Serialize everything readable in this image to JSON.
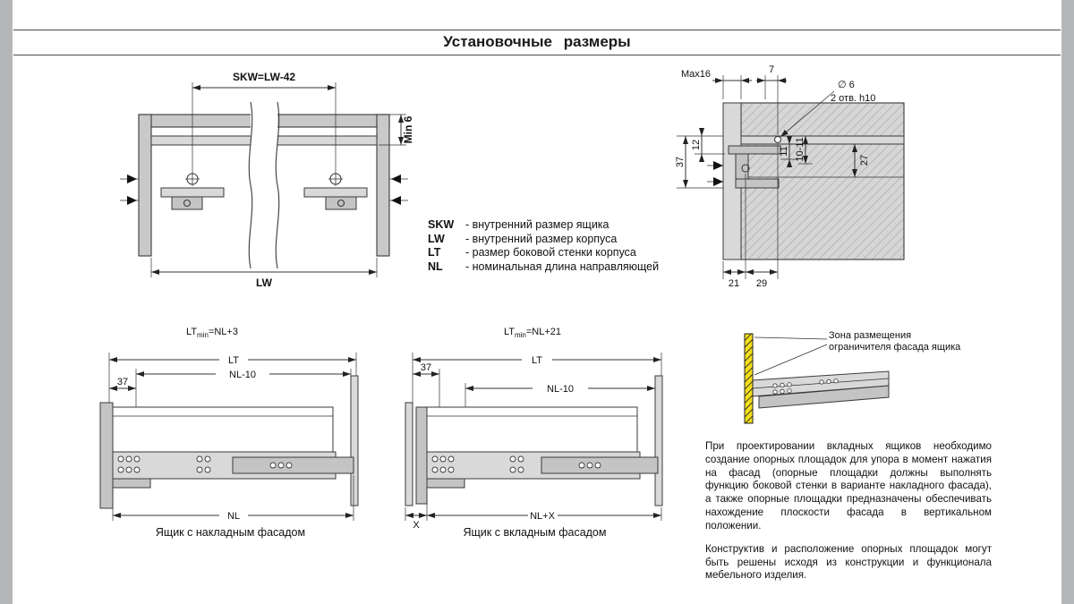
{
  "page": {
    "title": "Установочные размеры"
  },
  "legend": {
    "items": [
      {
        "term": "SKW",
        "desc": "- внутренний размер ящика"
      },
      {
        "term": "LW",
        "desc": "- внутренний размер корпуса"
      },
      {
        "term": "LT",
        "desc": "- размер боковой стенки корпуса"
      },
      {
        "term": "NL",
        "desc": "- номинальная длина направляющей"
      }
    ]
  },
  "plan_view": {
    "dim_skw": "SKW=LW-42",
    "dim_min": "Min 6",
    "dim_lw": "LW"
  },
  "section_view": {
    "dim_max16": "Max16",
    "dim_7": "7",
    "hole_dia": "∅ 6",
    "hole_note": "2 отв. h10",
    "dim_12": "12",
    "dim_37": "37",
    "dim_11": "11",
    "dim_10_11": "10-11",
    "dim_27": "27",
    "dim_21": "21",
    "dim_29": "29"
  },
  "overlay_front": {
    "formula_base": "LT",
    "formula_sub": "min",
    "formula_rest": "=NL+3",
    "dim_lt": "LT",
    "dim_nl10": "NL-10",
    "dim_37": "37",
    "dim_nl": "NL",
    "caption": "Ящик с накладным фасадом"
  },
  "inset_front": {
    "formula_base": "LT",
    "formula_sub": "min",
    "formula_rest": "=NL+21",
    "dim_lt": "LT",
    "dim_37": "37",
    "dim_nl10": "NL-10",
    "dim_x": "X",
    "dim_nlx": "NL+X",
    "caption": "Ящик с вкладным фасадом"
  },
  "zone": {
    "label_line1": "Зона размещения",
    "label_line2": "ограничителя фасада ящика"
  },
  "notes": {
    "para1": "При проектировании вкладных ящиков необходимо создание опорных площадок для упора в момент нажатия на фасад (опорные площадки должны выполнять функцию боковой стенки в варианте накладного фасада), а также опорные площадки предназначены обеспечивать нахождение плоскости фасада в вертикальном положении.",
    "para2": "Конструктив и расположение опорных площадок могут быть решены исходя из конструкции и функционала мебельного изделия."
  }
}
